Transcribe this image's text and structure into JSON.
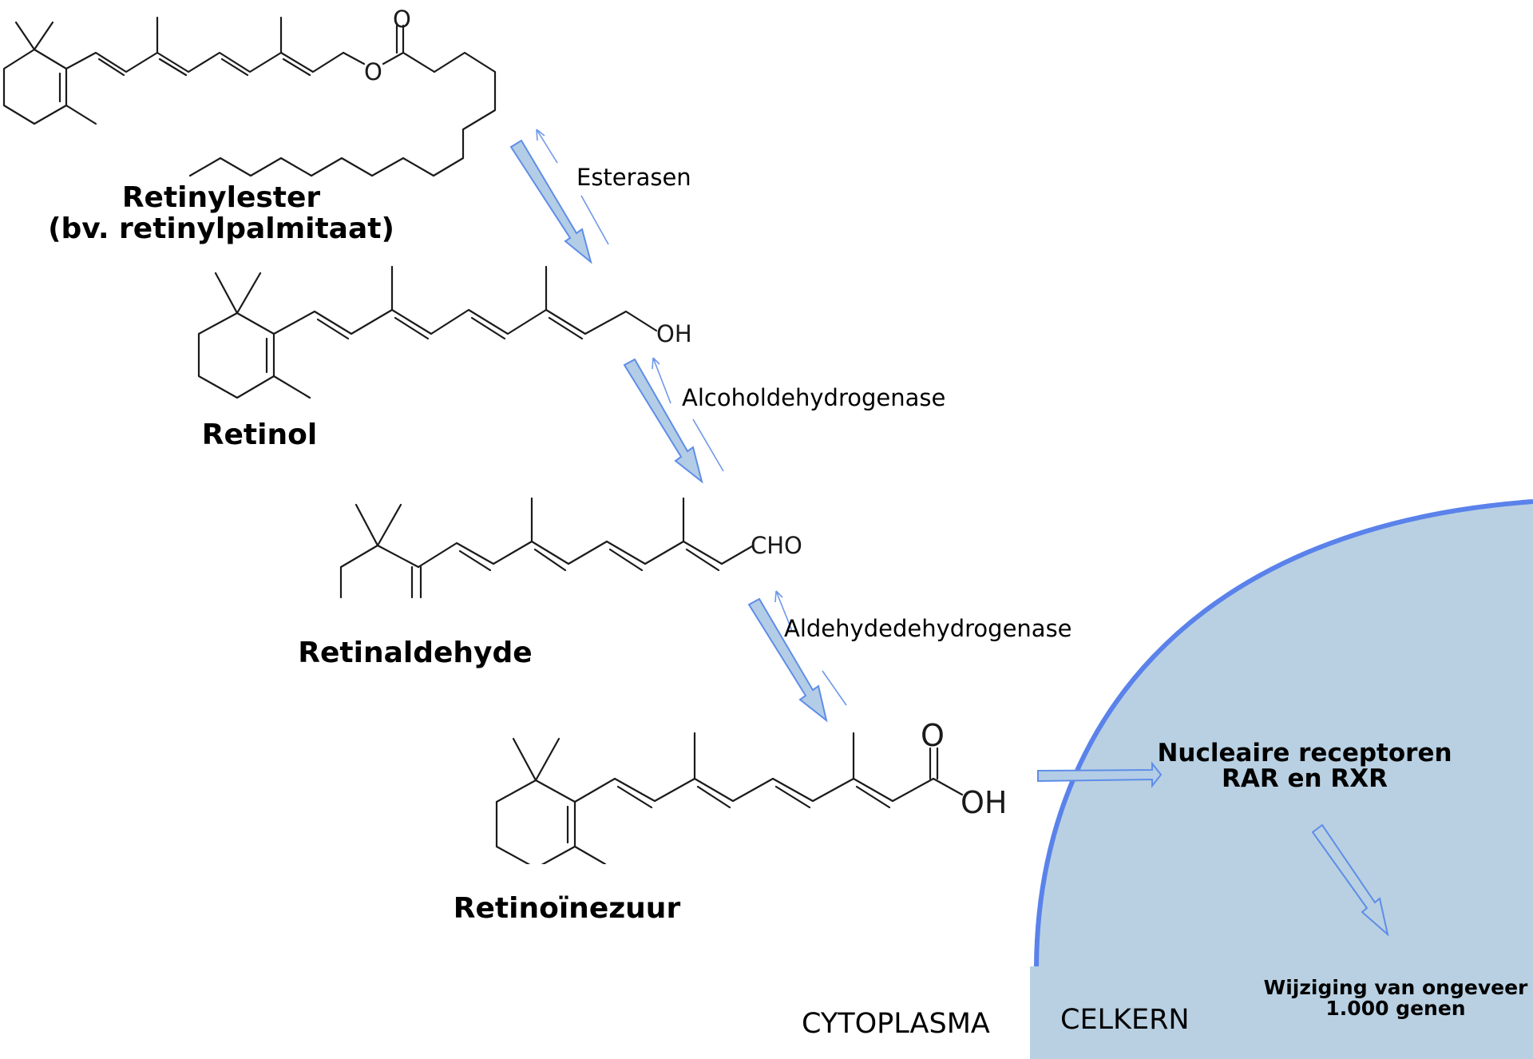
{
  "compounds": {
    "retinyl_ester": {
      "name": "Retinylester",
      "subname": "(bv. retinylpalmitaat)",
      "atom_O": "O",
      "atom_O2": "O"
    },
    "retinol": {
      "name": "Retinol",
      "group": "OH"
    },
    "retinaldehyde": {
      "name": "Retinaldehyde",
      "group": "CHO"
    },
    "retinoic_acid": {
      "name": "Retinoïnezuur",
      "group": "OH",
      "carbonyl": "O"
    }
  },
  "enzymes": {
    "step1": "Esterasen",
    "step2": "Alcoholdehydrogenase",
    "step3": "Aldehydedehydrogenase"
  },
  "regions": {
    "cytoplasm": "CYTOPLASMA",
    "nucleus": "CELKERN"
  },
  "nucleus": {
    "receptors_line1": "Nucleaire receptoren",
    "receptors_line2": "RAR en RXR",
    "genes_line1": "Wijziging van ongeveer",
    "genes_line2": "1.000 genen"
  },
  "colors": {
    "nucleus_fill": "#b8d0e2",
    "nucleus_border": "#5a82ea",
    "arrow_fill": "#b3cde6",
    "arrow_stroke": "#5f8de8"
  }
}
